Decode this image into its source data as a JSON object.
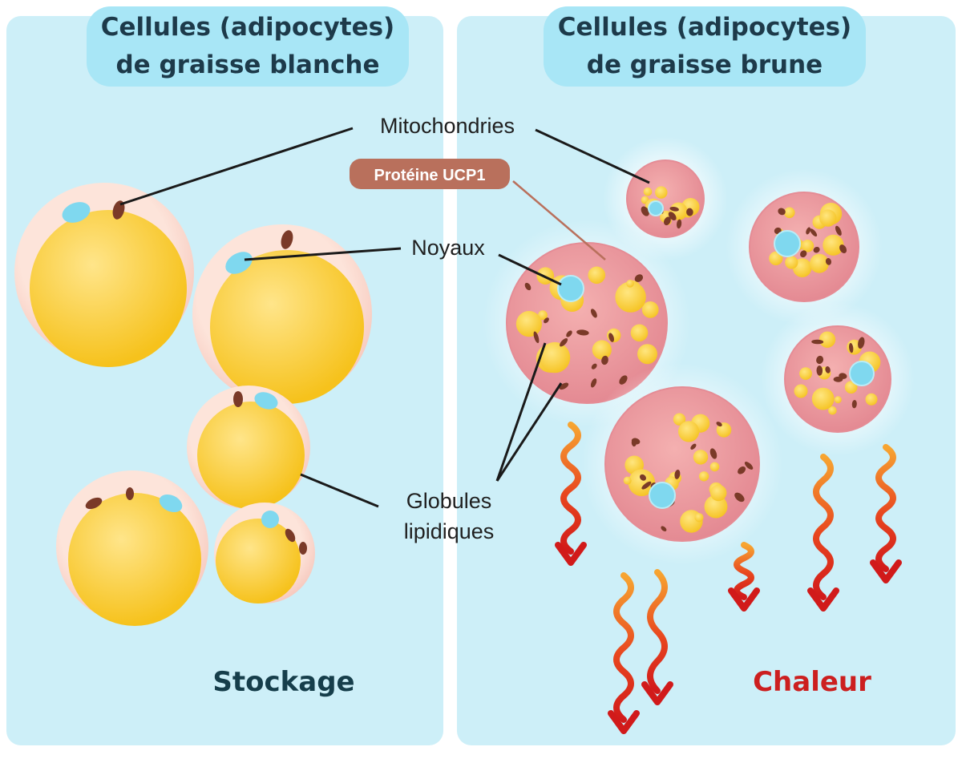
{
  "titles": {
    "white": {
      "line1": "Cellules (adipocytes)",
      "line2": "de graisse blanche"
    },
    "brown": {
      "line1": "Cellules (adipocytes)",
      "line2": "de graisse brune"
    }
  },
  "labels": {
    "mitochondria": "Mitochondries",
    "ucp1": "Protéine UCP1",
    "nuclei": "Noyaux",
    "lipid_line1": "Globules",
    "lipid_line2": "lipidiques"
  },
  "footers": {
    "white": "Stockage",
    "brown": "Chaleur"
  },
  "colors": {
    "background_panel": "#cdeff8",
    "title_pill": "#a8e6f6",
    "ucp1_badge": "#b9705c",
    "stockage_text": "#163e4b",
    "chaleur_text": "#cc1f1f",
    "lipid": "#ffd24a",
    "white_cell": "#fde1d8",
    "brown_cell": "#f0a2a6",
    "mitochondria": "#7a3a28",
    "nucleus": "#7fd8ef",
    "heat_arrow": "#d81f1f"
  }
}
